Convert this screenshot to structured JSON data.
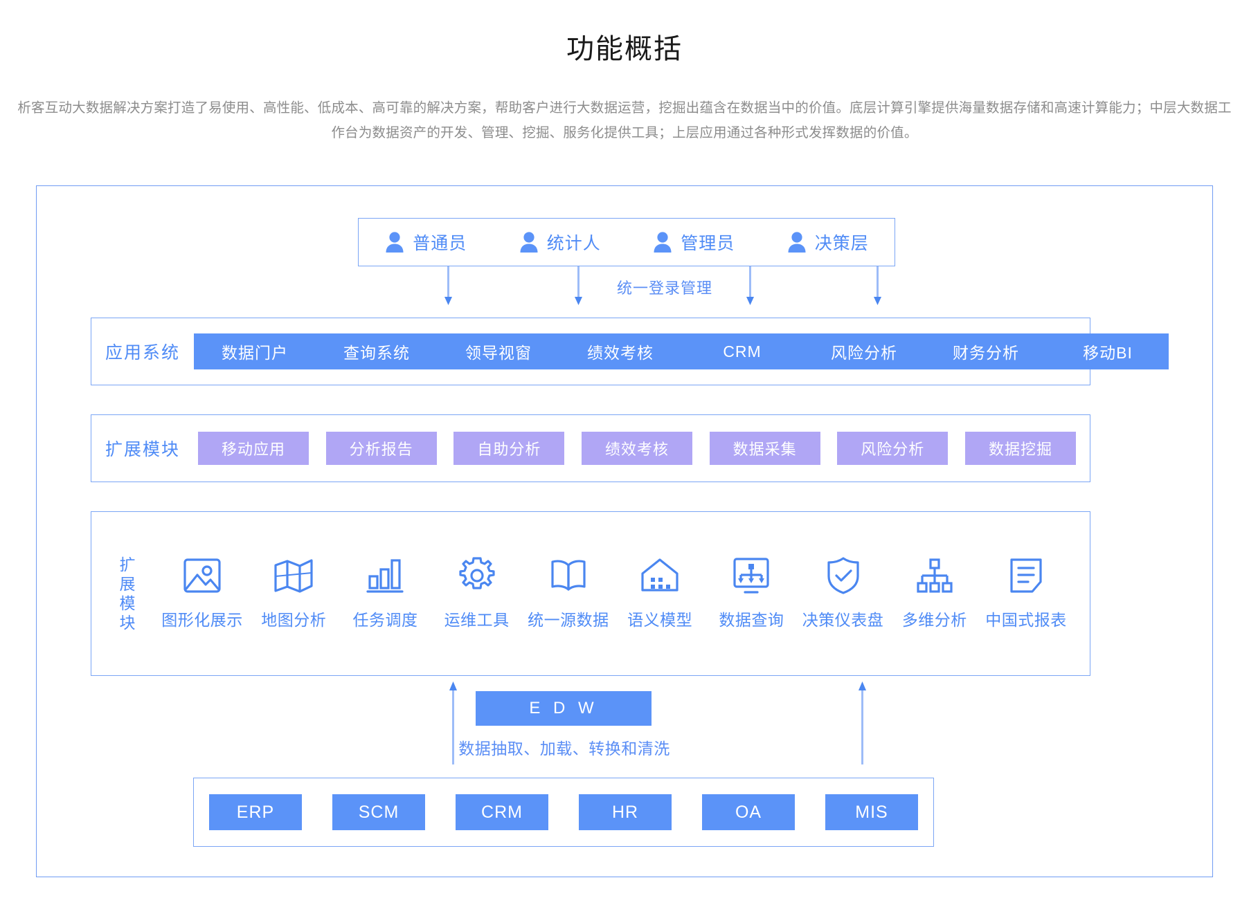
{
  "header": {
    "title": "功能概括",
    "description": "析客互动大数据解决方案打造了易使用、高性能、低成本、高可靠的解决方案，帮助客户进行大数据运营，挖掘出蕴含在数据当中的价值。底层计算引擎提供海量数据存储和高速计算能力；中层大数据工作台为数据资产的开发、管理、挖掘、服务化提供工具；上层应用通过各种形式发挥数据的价值。"
  },
  "colors": {
    "accent_blue": "#5b93f8",
    "accent_purple": "#b0a6f5",
    "border_blue": "#7aa5f5",
    "label_blue": "#4f8bf6",
    "text_gray": "#8c8c8c"
  },
  "roles": {
    "items": [
      {
        "label": "普通员",
        "icon": "user-icon"
      },
      {
        "label": "统计人",
        "icon": "user-icon"
      },
      {
        "label": "管理员",
        "icon": "user-icon"
      },
      {
        "label": "决策层",
        "icon": "user-icon"
      }
    ],
    "connector_label": "统一登录管理"
  },
  "app_system": {
    "title": "应用系统",
    "items": [
      {
        "label": "数据门户"
      },
      {
        "label": "查询系统"
      },
      {
        "label": "领导视窗"
      },
      {
        "label": "绩效考核"
      },
      {
        "label": "CRM"
      },
      {
        "label": "风险分析"
      },
      {
        "label": "财务分析"
      },
      {
        "label": "移动BI"
      }
    ]
  },
  "extension_modules": {
    "title": "扩展模块",
    "items": [
      {
        "label": "移动应用"
      },
      {
        "label": "分析报告"
      },
      {
        "label": "自助分析"
      },
      {
        "label": "绩效考核"
      },
      {
        "label": "数据采集"
      },
      {
        "label": "风险分析"
      },
      {
        "label": "数据挖掘"
      }
    ]
  },
  "capabilities": {
    "title": "扩展模块",
    "title_chars": [
      "扩",
      "展",
      "模",
      "块"
    ],
    "items": [
      {
        "label": "图形化展示",
        "icon": "image-icon"
      },
      {
        "label": "地图分析",
        "icon": "map-icon"
      },
      {
        "label": "任务调度",
        "icon": "bar-chart-icon"
      },
      {
        "label": "运维工具",
        "icon": "gear-icon"
      },
      {
        "label": "统一源数据",
        "icon": "book-icon"
      },
      {
        "label": "语义模型",
        "icon": "warehouse-icon"
      },
      {
        "label": "数据查询",
        "icon": "data-query-icon"
      },
      {
        "label": "决策仪表盘",
        "icon": "shield-check-icon"
      },
      {
        "label": "多维分析",
        "icon": "hierarchy-icon"
      },
      {
        "label": "中国式报表",
        "icon": "report-document-icon"
      }
    ]
  },
  "edw": {
    "label": "E D W",
    "caption": "数据抽取、加载、转换和清洗"
  },
  "source_systems": {
    "items": [
      {
        "label": "ERP"
      },
      {
        "label": "SCM"
      },
      {
        "label": "CRM"
      },
      {
        "label": "HR"
      },
      {
        "label": "OA"
      },
      {
        "label": "MIS"
      }
    ]
  }
}
